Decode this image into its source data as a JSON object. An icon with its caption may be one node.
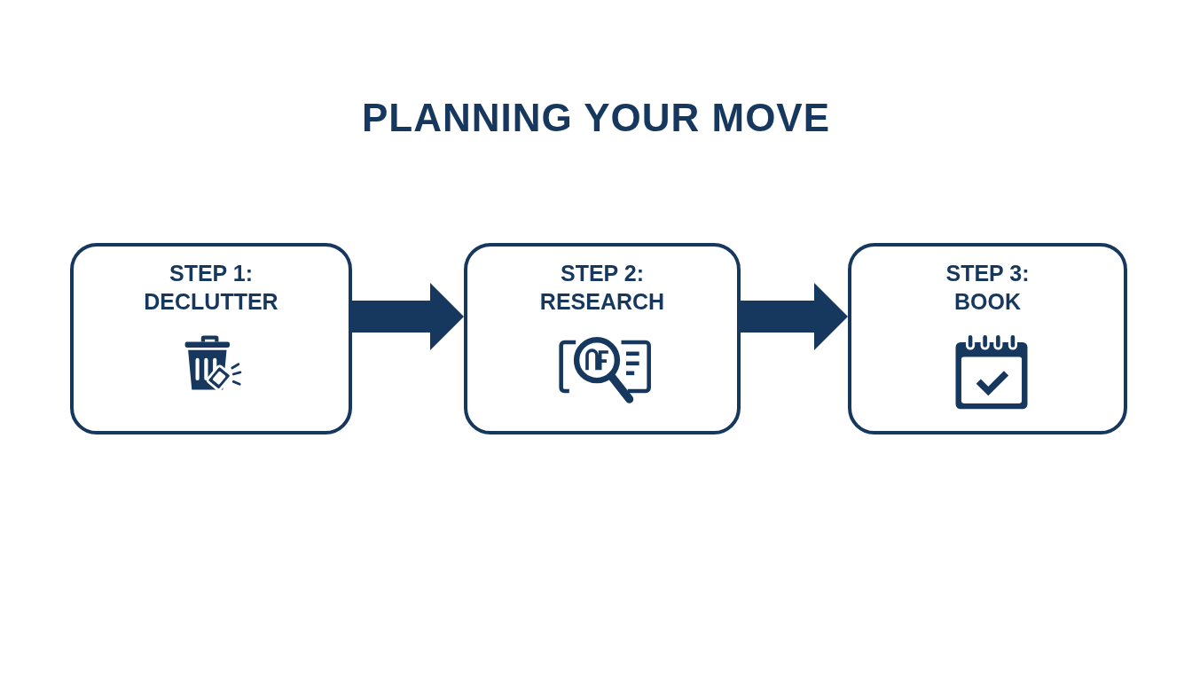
{
  "diagram": {
    "title": "PLANNING YOUR MOVE",
    "nodes": [
      {
        "text": [
          "STEP 1:",
          "DECLUTTER"
        ]
      },
      {
        "text": [
          "STEP 2:",
          "RESEARCH"
        ]
      },
      {
        "text": [
          "STEP 3:",
          "BOOK"
        ]
      }
    ],
    "edges": [
      {
        "from": 0,
        "to": 1,
        "arrow": "to"
      },
      {
        "from": 1,
        "to": 2,
        "arrow": "to"
      }
    ]
  }
}
